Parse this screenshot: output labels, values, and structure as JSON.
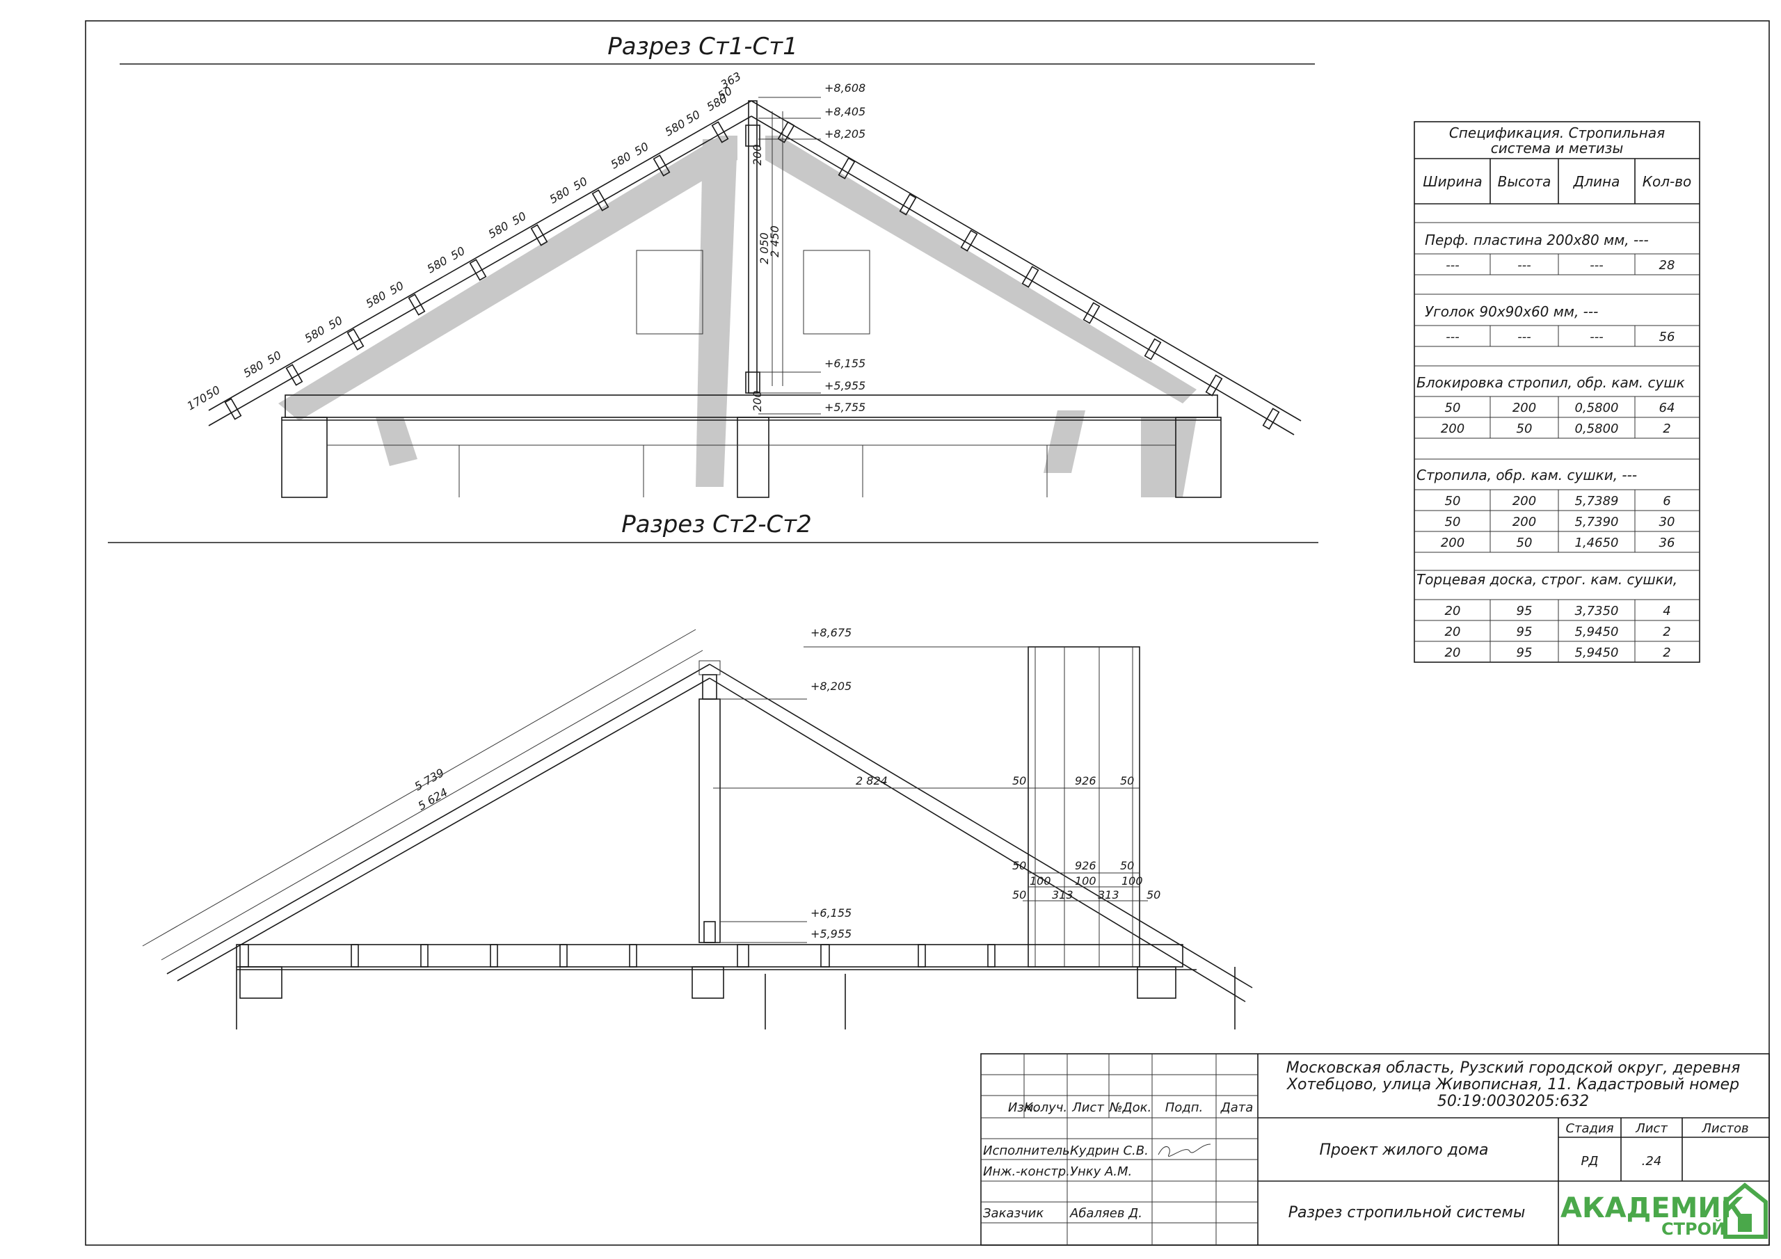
{
  "sections": {
    "s1_title": "Разрез Ст1-Ст1",
    "s2_title": "Разрез Ст2-Ст2"
  },
  "s1": {
    "levels": [
      "+8,608",
      "+8,405",
      "+8,205",
      "+6,155",
      "+5,955",
      "+5,755"
    ],
    "heights": [
      "2 050",
      "2 450",
      "200",
      "200"
    ],
    "spacing": [
      "170",
      "50",
      "580",
      "50",
      "580",
      "50",
      "580",
      "50",
      "580",
      "50",
      "580",
      "50",
      "580",
      "50",
      "580",
      "50",
      "580",
      "50",
      "580",
      "50",
      "363"
    ]
  },
  "s2": {
    "levels": [
      "+8,675",
      "+8,205",
      "+6,155",
      "+5,955"
    ],
    "lengths": [
      "5 739",
      "5 624"
    ],
    "horiz": [
      "2 824",
      "50",
      "926",
      "50"
    ],
    "row2": [
      "50",
      "926",
      "50"
    ],
    "row3": [
      "100",
      "100",
      "100"
    ],
    "row4": [
      "50",
      "313",
      "313",
      "50"
    ]
  },
  "spec": {
    "title1": "Спецификация. Стропильная",
    "title2": "система и метизы",
    "headers": [
      "Ширина",
      "Высота",
      "Длина",
      "Кол-во"
    ],
    "groups": [
      {
        "name": "Перф. пластина 200x80 мм, ---",
        "rows": [
          [
            "---",
            "---",
            "---",
            "28"
          ]
        ]
      },
      {
        "name": "Уголок 90x90x60 мм, ---",
        "rows": [
          [
            "---",
            "---",
            "---",
            "56"
          ]
        ]
      },
      {
        "name": "Блокировка стропил, обр. кам. сушк",
        "rows": [
          [
            "50",
            "200",
            "0,5800",
            "64"
          ],
          [
            "200",
            "50",
            "0,5800",
            "2"
          ]
        ]
      },
      {
        "name": "Стропила, обр. кам. сушки, ---",
        "rows": [
          [
            "50",
            "200",
            "5,7389",
            "6"
          ],
          [
            "50",
            "200",
            "5,7390",
            "30"
          ],
          [
            "200",
            "50",
            "1,4650",
            "36"
          ]
        ]
      },
      {
        "name": "Торцевая доска, строг. кам. сушки,",
        "rows": [
          [
            "20",
            "95",
            "3,7350",
            "4"
          ],
          [
            "20",
            "95",
            "5,9450",
            "2"
          ],
          [
            "20",
            "95",
            "5,9450",
            "2"
          ]
        ]
      }
    ]
  },
  "stamp": {
    "address1": "Московская область, Рузский городской округ, деревня",
    "address2": "Хотебцово, улица Живописная, 11.  Кадастровый номер",
    "address3": "50:19:0030205:632",
    "cols": [
      "Изм.",
      "Колуч.",
      "Лист",
      "№Док.",
      "Подп.",
      "Дата"
    ],
    "role1": "Исполнитель",
    "name1": "Кудрин С.В.",
    "role2": "Инж.-констр.",
    "name2": "Ункy А.М.",
    "role3": "Заказчик",
    "name3": "Абаляев Д.",
    "project": "Проект жилого дома",
    "sheet_title": "Разрез стропильной системы",
    "stage_label": "Стадия",
    "sheet_label": "Лист",
    "sheets_label": "Листов",
    "stage": "РД",
    "sheet": ".24",
    "logo_main": "АКАДЕМИК",
    "logo_sub": "СТРОЙ"
  },
  "colors": {
    "logo": "#4aa84a",
    "shade": "#c8c8c8"
  }
}
